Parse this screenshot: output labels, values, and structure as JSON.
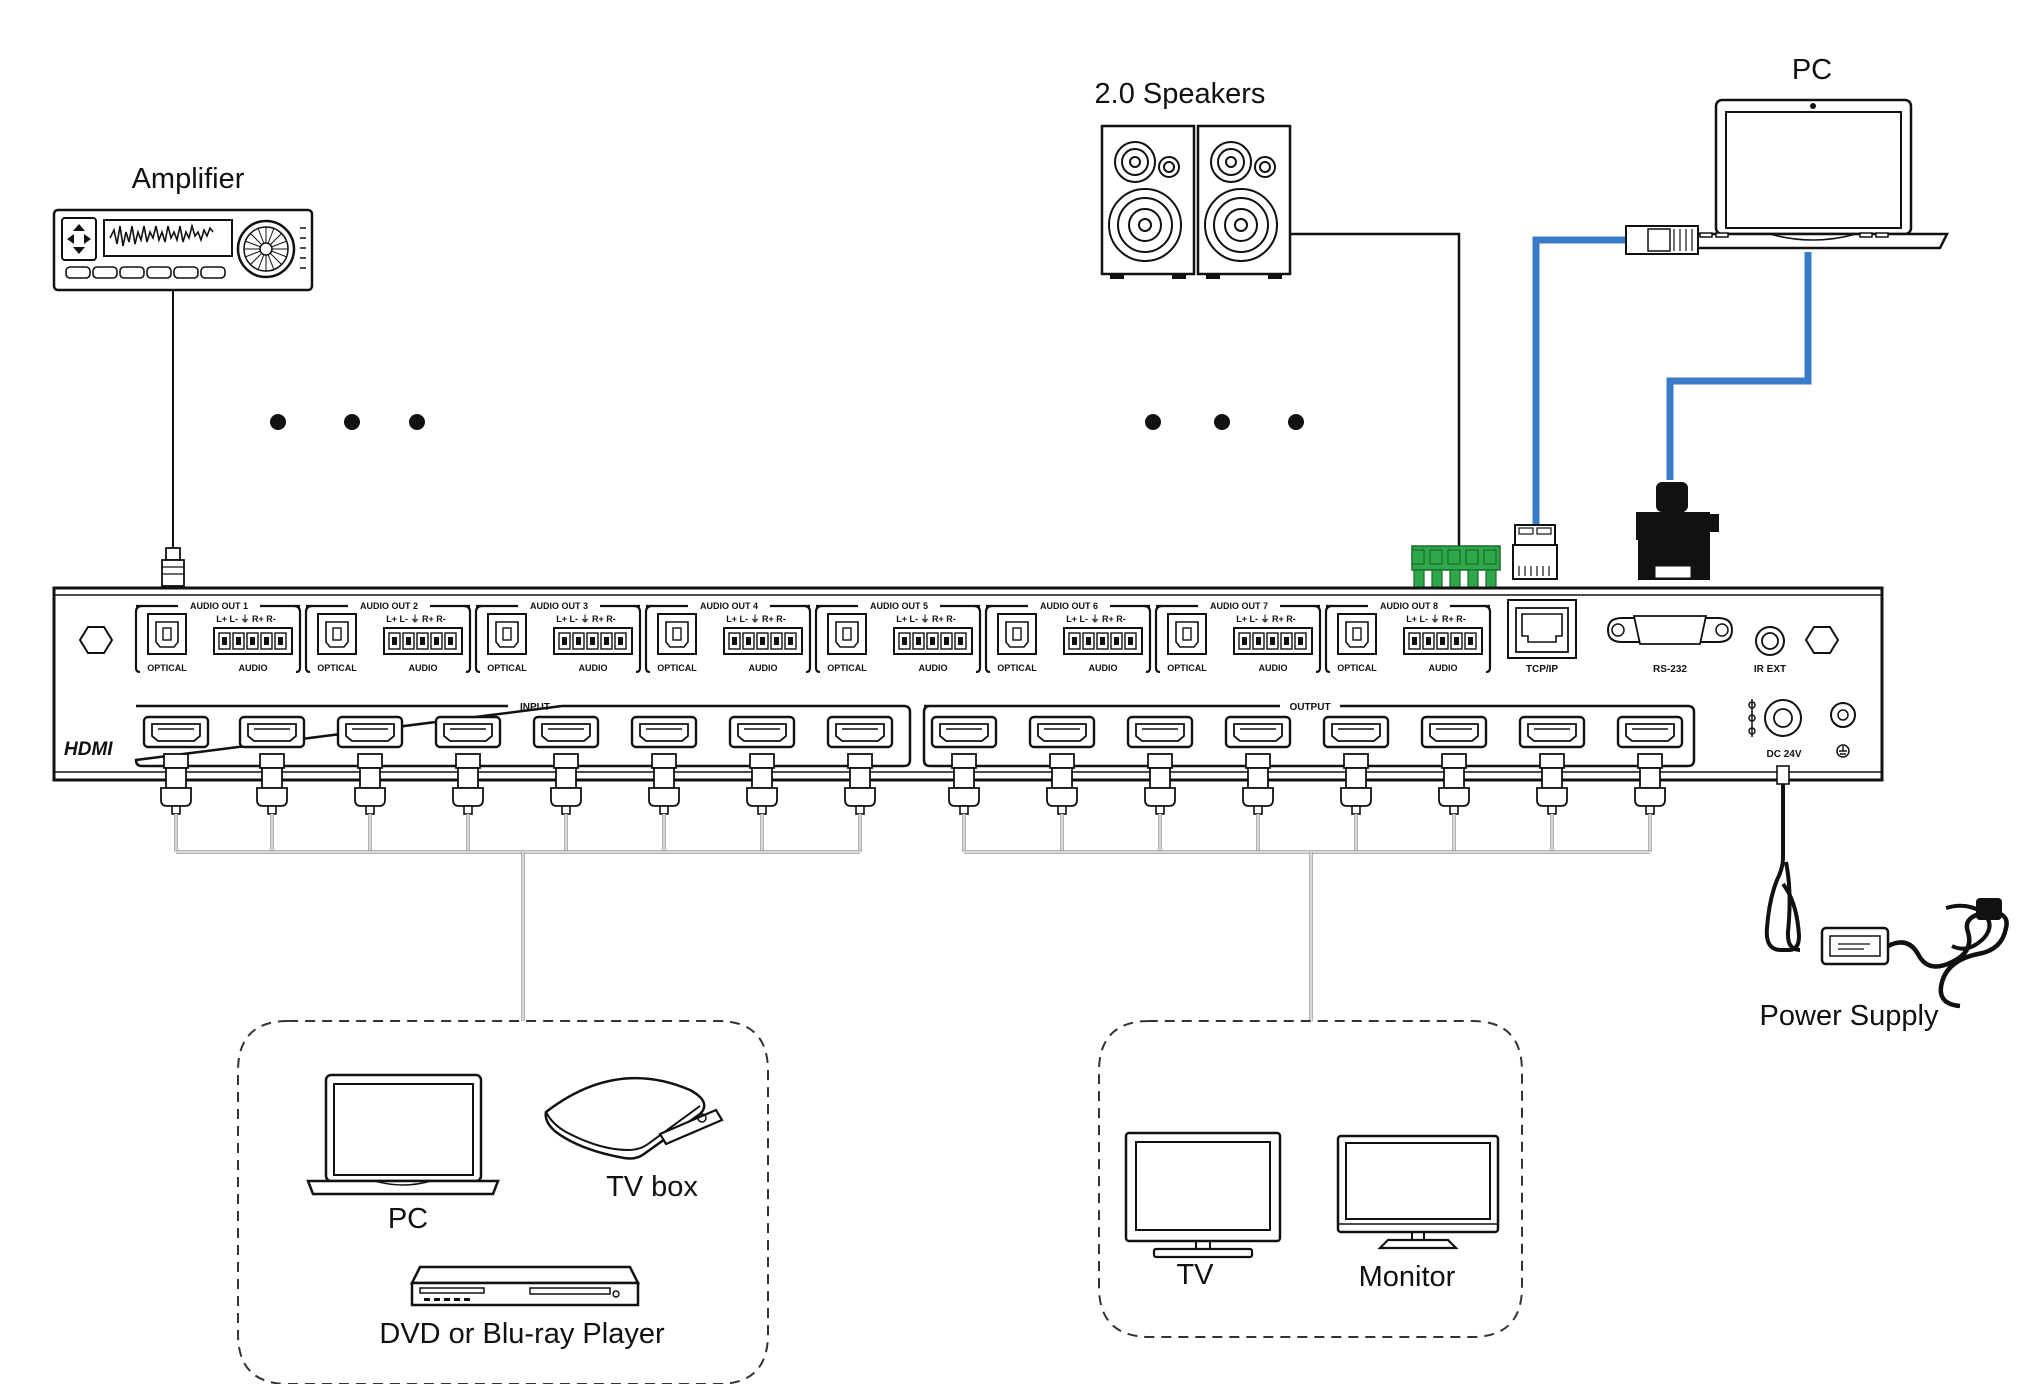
{
  "labels": {
    "amplifier": "Amplifier",
    "speakers": "2.0 Speakers",
    "pc_top": "PC",
    "power_supply": "Power Supply",
    "pc_source": "PC",
    "tv_box": "TV box",
    "dvd": "DVD or Blu-ray Player",
    "tv": "TV",
    "monitor": "Monitor"
  },
  "panel": {
    "audio_outs": [
      {
        "title": "AUDIO OUT 1",
        "optical": "OPTICAL",
        "audio": "AUDIO",
        "pins": "L+ L-  ⏚  R+ R-"
      },
      {
        "title": "AUDIO OUT 2",
        "optical": "OPTICAL",
        "audio": "AUDIO",
        "pins": "L+ L-  ⏚  R+ R-"
      },
      {
        "title": "AUDIO OUT 3",
        "optical": "OPTICAL",
        "audio": "AUDIO",
        "pins": "L+ L-  ⏚  R+ R-"
      },
      {
        "title": "AUDIO OUT 4",
        "optical": "OPTICAL",
        "audio": "AUDIO",
        "pins": "L+ L-  ⏚  R+ R-"
      },
      {
        "title": "AUDIO OUT 5",
        "optical": "OPTICAL",
        "audio": "AUDIO",
        "pins": "L+ L-  ⏚  R+ R-"
      },
      {
        "title": "AUDIO OUT 6",
        "optical": "OPTICAL",
        "audio": "AUDIO",
        "pins": "L+ L-  ⏚  R+ R-"
      },
      {
        "title": "AUDIO OUT 7",
        "optical": "OPTICAL",
        "audio": "AUDIO",
        "pins": "L+ L-  ⏚  R+ R-"
      },
      {
        "title": "AUDIO OUT 8",
        "optical": "OPTICAL",
        "audio": "AUDIO",
        "pins": "L+ L-  ⏚  R+ R-"
      }
    ],
    "tcpip": "TCP/IP",
    "rs232": "RS-232",
    "ir_ext": "IR EXT",
    "dc": "DC 24V",
    "input": "INPUT",
    "output": "OUTPUT",
    "hdmi_logo": "HDMI",
    "input_port_count": 8,
    "output_port_count": 8
  },
  "colors": {
    "line": "#111111",
    "network_cable": "#3a7bc8",
    "terminal_green": "#2fa84a",
    "gray_cable": "#9a9a9a"
  }
}
